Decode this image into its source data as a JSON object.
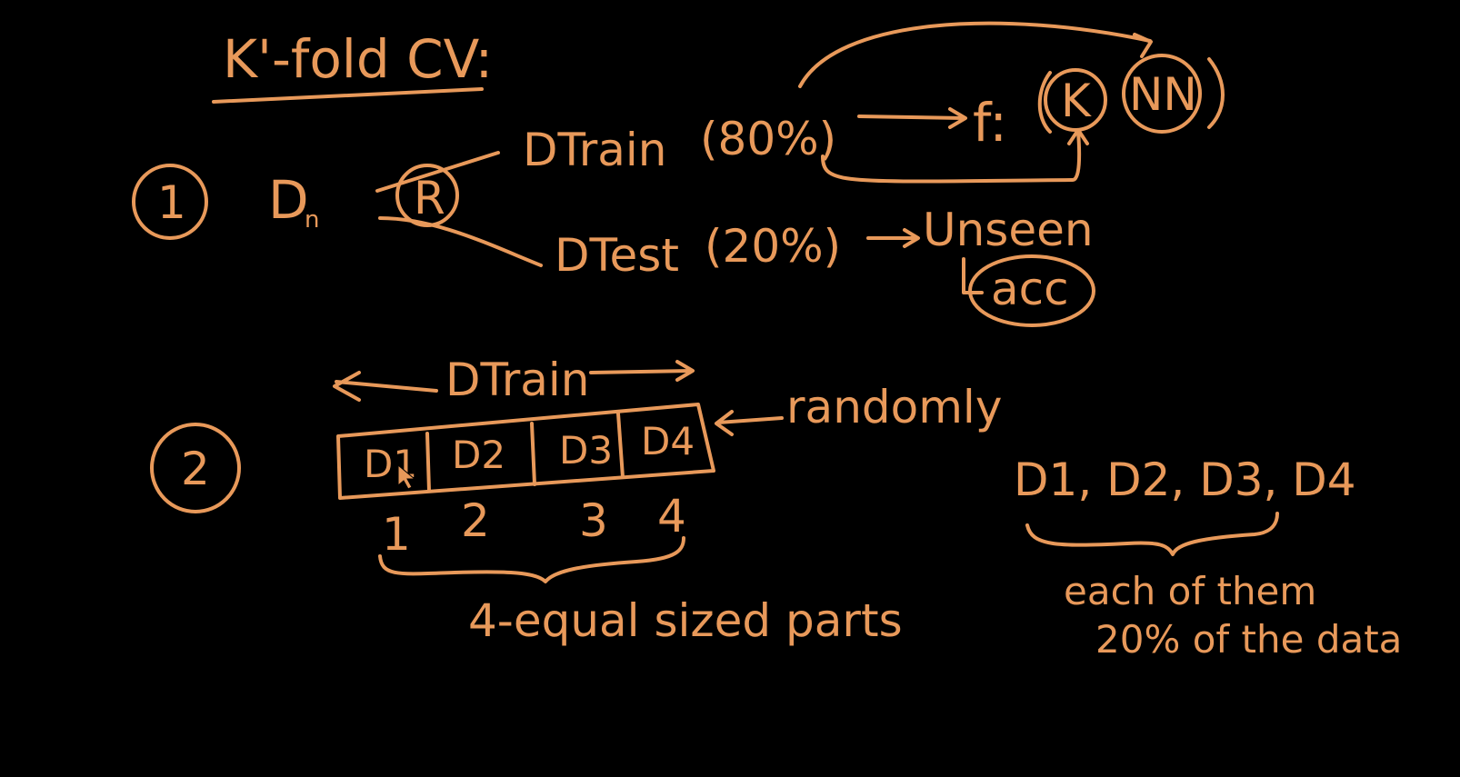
{
  "colors": {
    "background": "#000000",
    "ink": "#e8995a"
  },
  "title": "K'-fold CV:",
  "step1": {
    "number": "1",
    "dataset": "D",
    "dataset_sub": "n",
    "split_marker": "R",
    "train_label": "DTrain",
    "train_pct": "(80%)",
    "test_label": "DTest",
    "test_pct": "(20%)",
    "model_prefix": "f:",
    "model_k": "K",
    "model_nn": "NN",
    "unseen": "Unseen",
    "acc": "acc"
  },
  "step2": {
    "number": "2",
    "span_label": "DTrain",
    "randomly": "randomly",
    "folds": [
      "D1",
      "D2",
      "D3",
      "D4"
    ],
    "fold_numbers": [
      "1",
      "2",
      "3",
      "4"
    ],
    "brace_label": "4-equal sized parts"
  },
  "right_note": {
    "list": "D1, D2, D3, D4",
    "line1": "each of them",
    "line2": "20% of the data"
  },
  "cursor_icon": "pointer-arrow-icon"
}
